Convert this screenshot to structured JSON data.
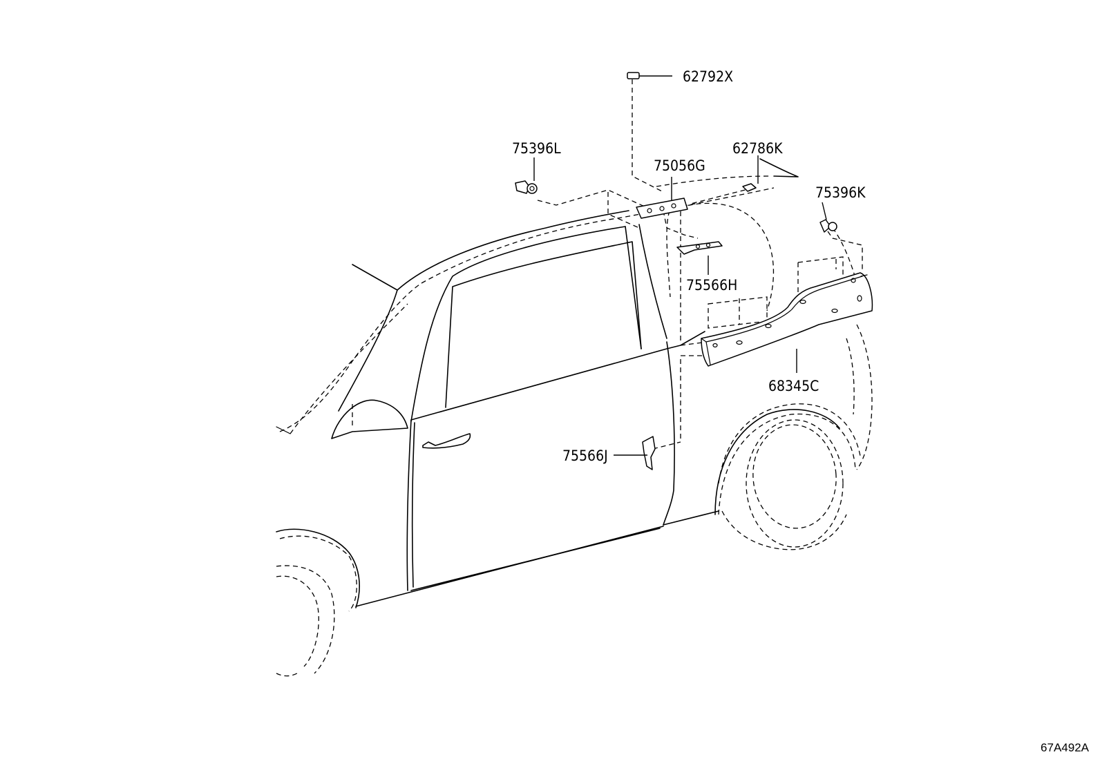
{
  "diagram": {
    "reference_code": "67A492A",
    "callouts": [
      {
        "id": "c1",
        "part_number": "62792X"
      },
      {
        "id": "c2",
        "part_number": "75396L"
      },
      {
        "id": "c3",
        "part_number": "75056G"
      },
      {
        "id": "c4",
        "part_number": "62786K"
      },
      {
        "id": "c5",
        "part_number": "75396K"
      },
      {
        "id": "c6",
        "part_number": "75566H"
      },
      {
        "id": "c7",
        "part_number": "68345C"
      },
      {
        "id": "c8",
        "part_number": "75566J"
      }
    ]
  }
}
